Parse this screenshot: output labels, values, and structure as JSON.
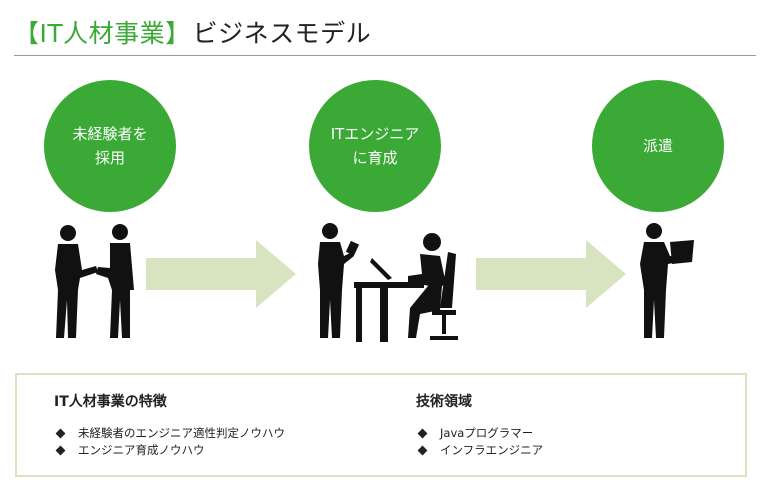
{
  "title": {
    "bracketed": "【IT人材事業】",
    "main": "ビジネスモデル"
  },
  "steps": [
    {
      "label": "未経験者を\n採用"
    },
    {
      "label": "ITエンジニア\nに育成"
    },
    {
      "label": "派遣"
    }
  ],
  "colors": {
    "accent": "#3aa935",
    "arrow": "#d8e4bf",
    "box_border": "#d8e4bf",
    "silhouette": "#111111"
  },
  "features": {
    "heading": "IT人材事業の特徴",
    "items": [
      "未経験者のエンジニア適性判定ノウハウ",
      "エンジニア育成ノウハウ"
    ]
  },
  "tech": {
    "heading": "技術領域",
    "items": [
      "Javaプログラマー",
      "インフラエンジニア"
    ]
  }
}
